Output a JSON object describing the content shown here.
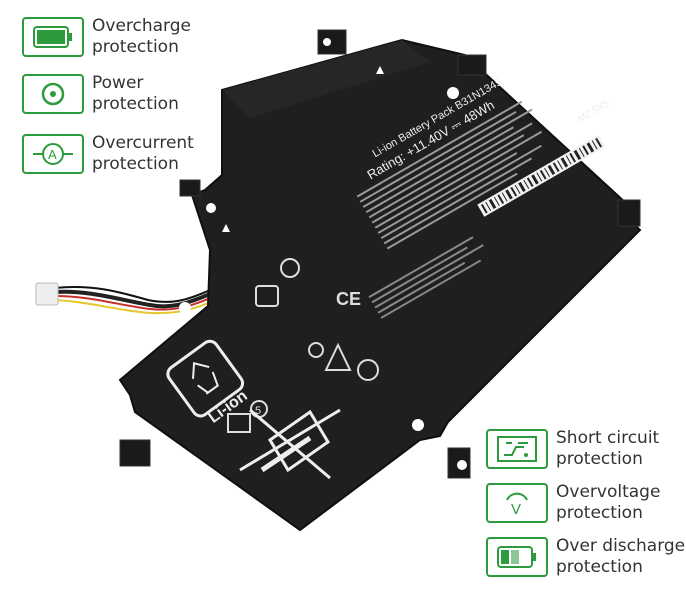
{
  "features_left": [
    {
      "line1": "Overcharge",
      "line2": "protection",
      "icon": "battery-full-icon"
    },
    {
      "line1": "Power",
      "line2": "protection",
      "icon": "power-target-icon"
    },
    {
      "line1": "Overcurrent",
      "line2": "protection",
      "icon": "ammeter-icon"
    }
  ],
  "features_right": [
    {
      "line1": "Short circuit",
      "line2": "protection",
      "icon": "circuit-board-icon"
    },
    {
      "line1": "Overvoltage",
      "line2": "protection",
      "icon": "voltage-icon"
    },
    {
      "line1": "Over discharge",
      "line2": "protection",
      "icon": "battery-low-icon"
    }
  ],
  "battery": {
    "title": "Li-ion Battery Pack B31N1345",
    "rating": "Rating: +11.40V ⎓ 48Wh",
    "screw": "M2.5X5",
    "li_ion": "Li-ion",
    "recycle_number": "5"
  },
  "colors": {
    "accent_green": "#2e9a3e",
    "battery_body": "#1f1f1f",
    "label_text": "#333333"
  }
}
